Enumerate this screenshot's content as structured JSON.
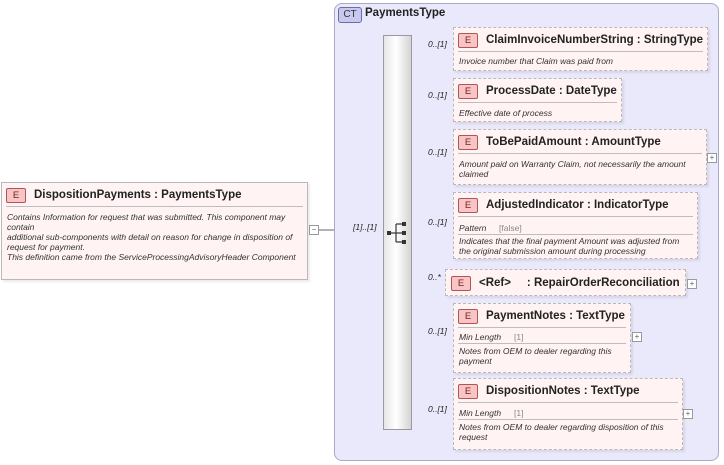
{
  "complex_type": {
    "badge": "CT",
    "title": "PaymentsType"
  },
  "root": {
    "badge": "E",
    "title": "DispositionPayments : PaymentsType",
    "documentation": "Contains Information for request that was submitted. This component may contain\n        additional sub-components with detail on reason for change in disposition of request for payment.\nThis definition came from the ServiceProcessingAdvisoryHeader Component",
    "collapse_symbol": "−",
    "occurrence": "[1]..[1]"
  },
  "children": [
    {
      "badge": "E",
      "title": "ClaimInvoiceNumberString : StringType",
      "occurrence": "0..[1]",
      "documentation": "Invoice number that Claim was paid from"
    },
    {
      "badge": "E",
      "title": "ProcessDate : DateType",
      "occurrence": "0..[1]",
      "documentation": "Effective date of process"
    },
    {
      "badge": "E",
      "title": "ToBePaidAmount : AmountType",
      "occurrence": "0..[1]",
      "documentation": "Amount paid on Warranty Claim, not necessarily the amount claimed",
      "expand_symbol": "+"
    },
    {
      "badge": "E",
      "title": "AdjustedIndicator : IndicatorType",
      "occurrence": "0..[1]",
      "facet_label": "Pattern",
      "facet_value": "[false]",
      "documentation": "Indicates that the final payment Amount was adjusted from the original submission amount during processing"
    },
    {
      "badge": "E",
      "title": "<Ref>     : RepairOrderReconciliation",
      "occurrence": "0..*",
      "expand_symbol": "+"
    },
    {
      "badge": "E",
      "title": "PaymentNotes : TextType",
      "occurrence": "0..[1]",
      "facet_label": "Min Length",
      "facet_value": "[1]",
      "documentation": "Notes from OEM to dealer regarding this payment",
      "expand_symbol": "+"
    },
    {
      "badge": "E",
      "title": "DispositionNotes : TextType",
      "occurrence": "0..[1]",
      "facet_label": "Min Length",
      "facet_value": "[1]",
      "documentation": "Notes from OEM to dealer regarding disposition of this request",
      "expand_symbol": "+"
    }
  ]
}
